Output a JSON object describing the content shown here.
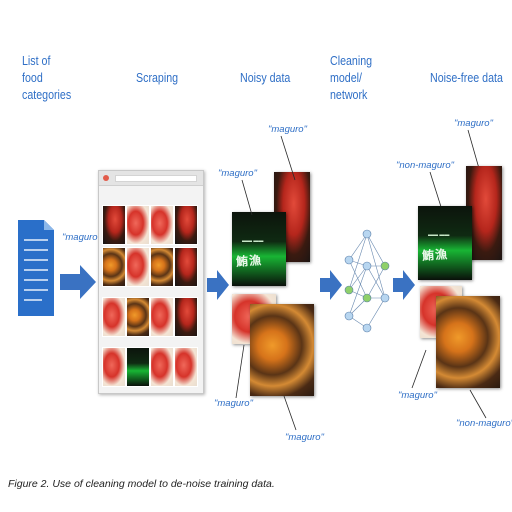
{
  "stages": {
    "list": "List of food categories",
    "scraping": "Scraping",
    "noisy": "Noisy data",
    "cleaning": "Cleaning model/ network",
    "noise_free": "Noise-free data"
  },
  "labels": {
    "input_tag": "\"maguro\"",
    "noisy_top_right": "\"maguro\"",
    "noisy_top_left": "\"maguro\"",
    "noisy_bottom_left": "\"maguro\"",
    "noisy_bottom_right": "\"maguro\"",
    "clean_top_right": "\"maguro\"",
    "clean_top_left": "\"non-maguro\"",
    "clean_bottom_left": "\"maguro\"",
    "clean_bottom_right": "\"non-maguro\""
  },
  "caption": "Figure 2. Use of cleaning model to de-noise training data.",
  "colors": {
    "accent": "#2f6fc6",
    "arrow": "#3a72c2",
    "node": "#b8d6f0",
    "node_green": "#8fd06a"
  }
}
